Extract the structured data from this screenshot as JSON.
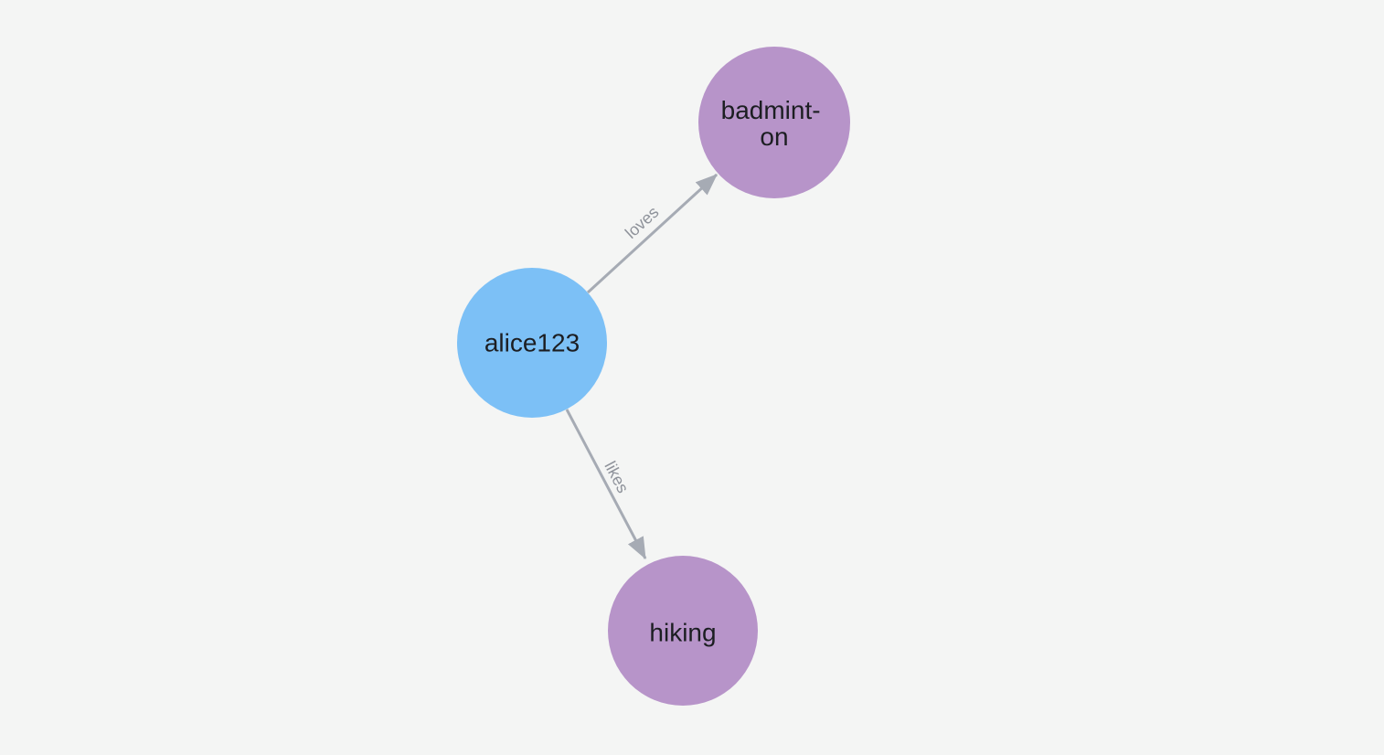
{
  "app": {
    "background_color": "#f4f5f4"
  },
  "graph": {
    "nodes": [
      {
        "id": "alice123",
        "label": "alice123",
        "color": "#7cc0f6",
        "label_color": "#1c1e22"
      },
      {
        "id": "badminton",
        "label": "badminton",
        "label_lines": [
          "badmint-",
          "on"
        ],
        "color": "#b794c9",
        "label_color": "#1c1e22"
      },
      {
        "id": "hiking",
        "label": "hiking",
        "color": "#b794c9",
        "label_color": "#1c1e22"
      }
    ],
    "edges": [
      {
        "label": "loves",
        "source": "alice123",
        "target": "badminton",
        "color": "#a6abb4",
        "label_color": "#8e929a"
      },
      {
        "label": "likes",
        "source": "alice123",
        "target": "hiking",
        "color": "#a6abb4",
        "label_color": "#8e929a"
      }
    ]
  }
}
